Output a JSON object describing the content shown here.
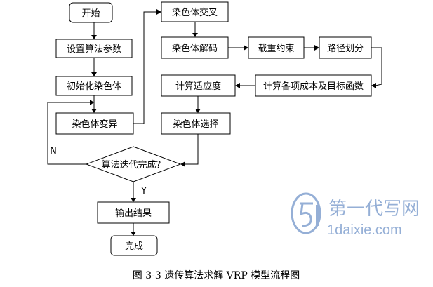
{
  "diagram": {
    "nodes": {
      "start": "开始",
      "set_params": "设置算法参数",
      "init_chrom": "初始化染色体",
      "mutation": "染色体变异",
      "crossover": "染色体交叉",
      "decode": "染色体解码",
      "load_constraint": "载重约束",
      "route_split": "路径划分",
      "compute_costs": "计算各项成本及目标函数",
      "compute_fitness": "计算适应度",
      "selection": "染色体选择",
      "iteration_check": "算法迭代完成？",
      "output": "输出结果",
      "end": "完成"
    },
    "edge_labels": {
      "no": "N",
      "yes": "Y"
    }
  },
  "caption": "图 3-3  遗传算法求解 VRP 模型流程图",
  "watermark": {
    "line1": "第一代写网",
    "line2": "1daixie.com",
    "color": "#3f6fb6"
  }
}
